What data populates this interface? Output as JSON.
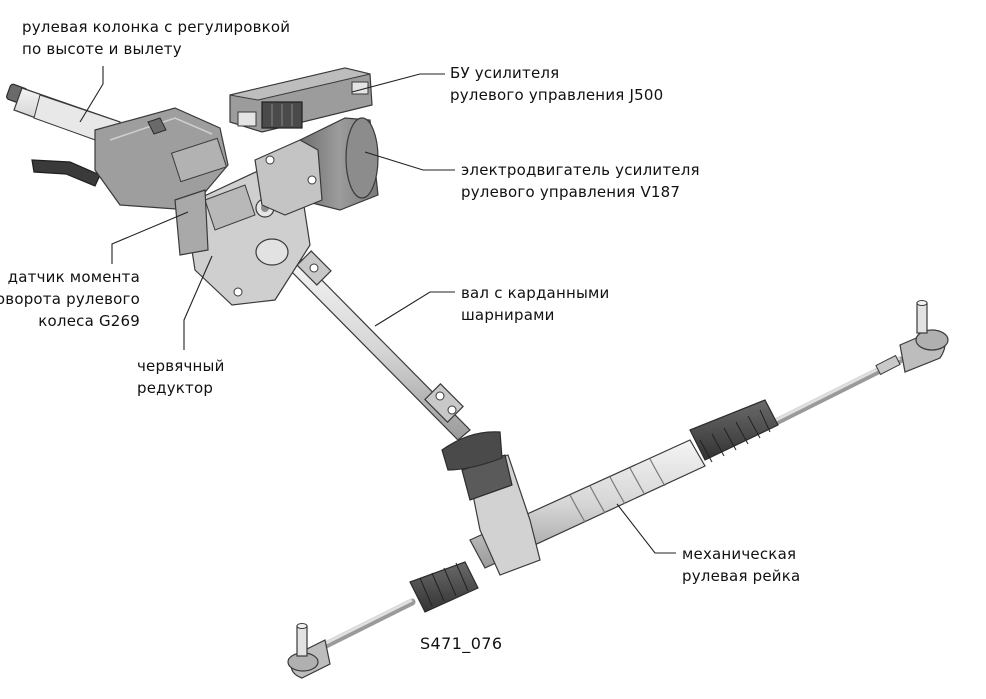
{
  "figure": {
    "title": "Electromechanical steering system components",
    "figure_id": "S471_076"
  },
  "callouts": {
    "steering_column": {
      "lines": [
        "рулевая колонка с регулировкой",
        "по высоте и вылету"
      ]
    },
    "ecu": {
      "lines": [
        "БУ усилителя",
        "рулевого управления J500"
      ]
    },
    "motor": {
      "lines": [
        "электродвигатель усилителя",
        "рулевого управления V187"
      ]
    },
    "torque_sensor": {
      "lines": [
        "датчик момента",
        "поворота рулевого",
        "колеса G269"
      ]
    },
    "worm_gear": {
      "lines": [
        "червячный",
        "редуктор"
      ]
    },
    "cardan_shaft": {
      "lines": [
        "вал с карданными",
        "шарнирами"
      ]
    },
    "steering_rack": {
      "lines": [
        "механическая",
        "рулевая рейка"
      ]
    }
  },
  "colors": {
    "background": "#ffffff",
    "text": "#111111",
    "leader": "#222222",
    "metal_light": "#e4e4e4",
    "metal_mid": "#bdbdbd",
    "metal_dark": "#8a8a8a",
    "rubber": "#4d4d4d",
    "outline": "#3a3a3a"
  }
}
